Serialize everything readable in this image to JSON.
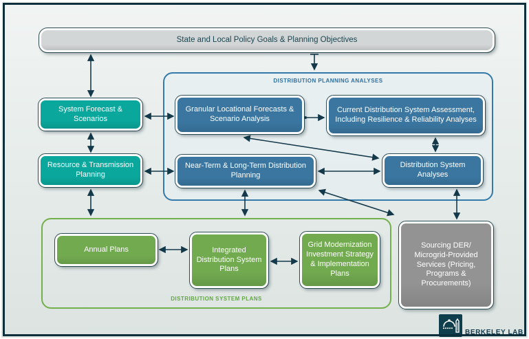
{
  "palette": {
    "frame": "#0d2f3b",
    "navy": "#143c4c",
    "arrow": "#13394a",
    "teal": "#0aa79c",
    "blue": "#3a76a0",
    "green": "#72aa50",
    "gray_node": "#939393",
    "header_gray": "#d3d6d7",
    "blue_container_border": "#3379a9",
    "green_container_border": "#73af4b",
    "blue_title": "#2e6e9e",
    "green_title": "#61a744"
  },
  "header": {
    "label": "State and Local Policy Goals & Planning Objectives"
  },
  "containers": {
    "planning_analyses": {
      "title": "DISTRIBUTION PLANNING ANALYSES"
    },
    "system_plans": {
      "title": "DISTRIBUTION SYSTEM PLANS"
    }
  },
  "nodes": {
    "system_forecast": {
      "label": "System Forecast & Scenarios"
    },
    "resource_transmission": {
      "label": "Resource & Transmission Planning"
    },
    "granular_forecasts": {
      "label": "Granular Locational Forecasts & Scenario Analysis"
    },
    "current_assessment": {
      "label": "Current Distribution System Assessment, Including Resilience & Reliability Analyses"
    },
    "near_long_term": {
      "label": "Near-Term & Long-Term Distribution Planning"
    },
    "distribution_system_analyses": {
      "label": "Distribution System Analyses"
    },
    "annual_plans": {
      "label": "Annual Plans"
    },
    "integrated_plans": {
      "label": "Integrated Distribution System Plans"
    },
    "grid_modernization": {
      "label": "Grid Modernization Investment Strategy & Implementation Plans"
    },
    "sourcing_der": {
      "label": "Sourcing DER/ Microgrid-Provided Services (Pricing, Programs & Procurements)"
    }
  },
  "logo": {
    "label": "BERKELEY LAB"
  }
}
